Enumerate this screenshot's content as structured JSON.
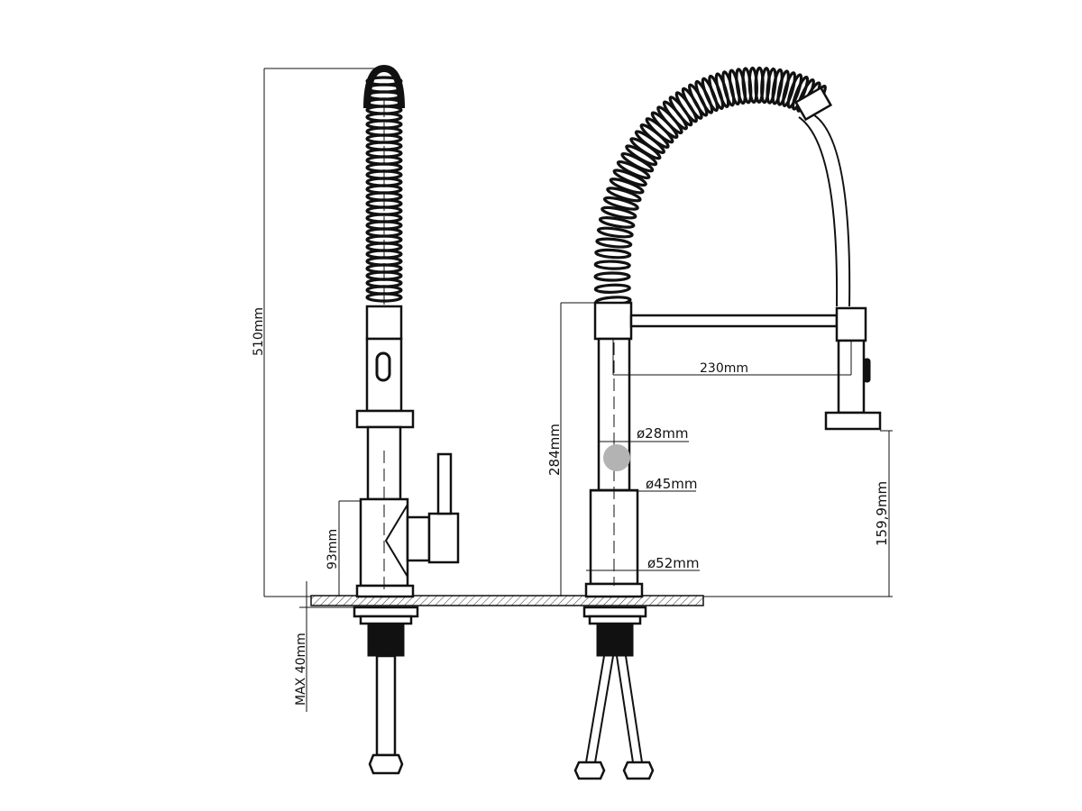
{
  "dimensions": {
    "total_height": "510mm",
    "body_height": "93mm",
    "max_deck": "MAX  40mm",
    "spout_height": "284mm",
    "spout_reach": "230mm",
    "outlet_height": "159,9mm",
    "dia_upper": "ø28mm",
    "dia_mid": "ø45mm",
    "dia_base": "ø52mm"
  },
  "colors": {
    "line": "#111111",
    "background": "#ffffff",
    "marker": "#b3b3b3"
  }
}
